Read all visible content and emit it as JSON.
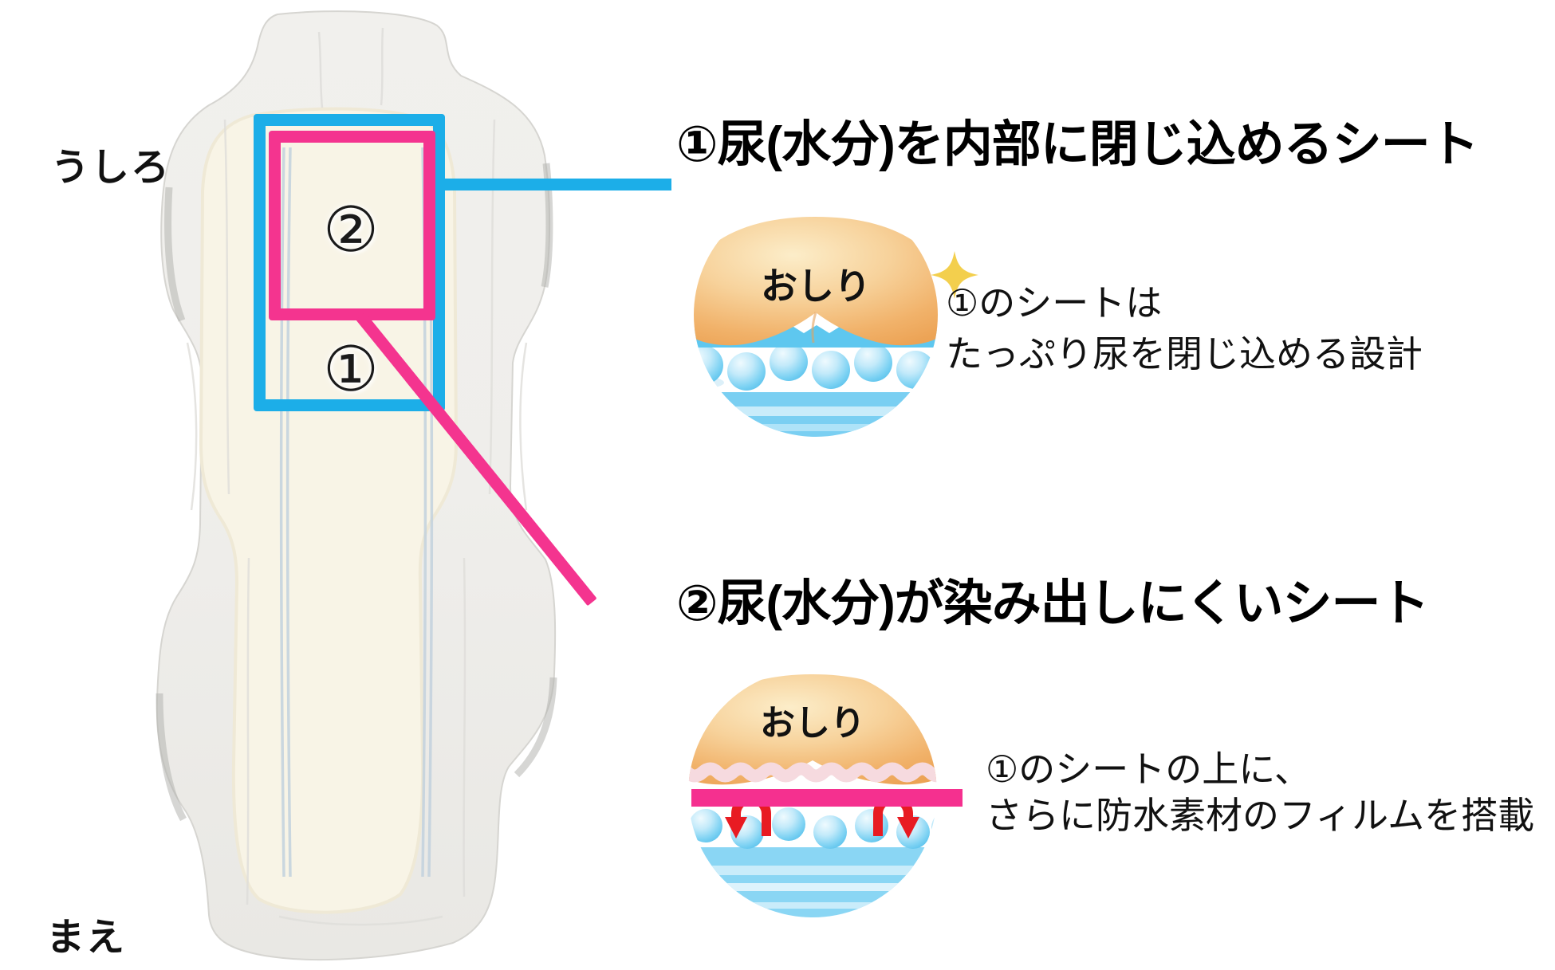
{
  "page": {
    "background": "#ffffff"
  },
  "diagram": {
    "label_back": "うしろ",
    "label_front": "まえ",
    "marker_top": "②",
    "marker_bottom": "①"
  },
  "sections": {
    "s1": {
      "heading": "①尿(水分)を内部に閉じ込めるシート",
      "body_line1": "①のシートは",
      "body_line2": "たっぷり尿を閉じ込める設計",
      "illustration_label": "おしり"
    },
    "s2": {
      "heading": "②尿(水分)が染み出しにくいシート",
      "body_line1": "①のシートの上に、",
      "body_line2": "さらに防水素材のフィルムを搭載",
      "illustration_label": "おしり"
    }
  },
  "colors": {
    "accent_blue": "#1CAEE8",
    "accent_pink": "#F4348F",
    "arrow_red": "#E81B22",
    "sparkle_yellow": "#F3CF4D",
    "peach": "#F1B26A",
    "droplet_blue": "#7DD2F3"
  }
}
